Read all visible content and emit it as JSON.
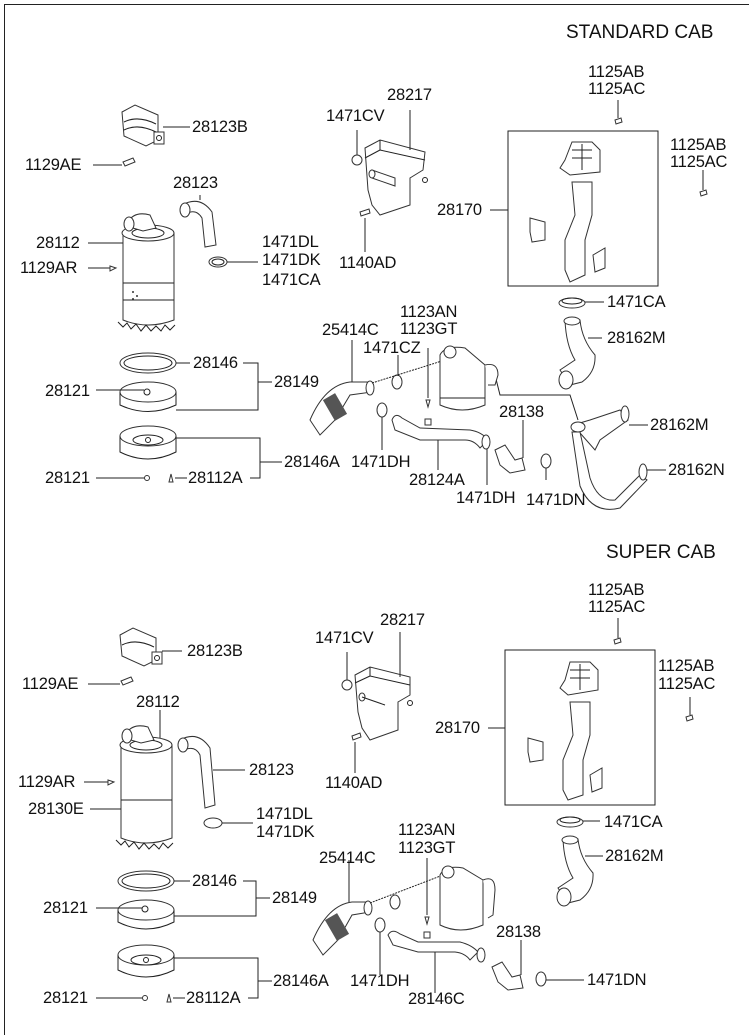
{
  "sections": [
    {
      "title": "STANDARD CAB",
      "labels": {
        "l_28123B": "28123B",
        "l_1129AE": "1129AE",
        "l_28123": "28123",
        "l_28112": "28112",
        "l_1129AR": "1129AR",
        "l_1471DL": "1471DL",
        "l_1471DK": "1471DK",
        "l_1471CA_a": "1471CA",
        "l_1471CV": "1471CV",
        "l_28217": "28217",
        "l_1140AD": "1140AD",
        "l_1125AB_a": "1125AB",
        "l_1125AC_a": "1125AC",
        "l_1125AB_b": "1125AB",
        "l_1125AC_b": "1125AC",
        "l_28170": "28170",
        "l_1471CA_b": "1471CA",
        "l_28162M_a": "28162M",
        "l_28162M_b": "28162M",
        "l_28162N": "28162N",
        "l_25414C": "25414C",
        "l_1123AN": "1123AN",
        "l_1123GT": "1123GT",
        "l_1471CZ": "1471CZ",
        "l_28146": "28146",
        "l_28149": "28149",
        "l_28121_a": "28121",
        "l_28121_b": "28121",
        "l_28112A": "28112A",
        "l_28146A": "28146A",
        "l_1471DH_a": "1471DH",
        "l_28124A": "28124A",
        "l_28138": "28138",
        "l_1471DH_b": "1471DH",
        "l_1471DN": "1471DN"
      }
    },
    {
      "title": "SUPER CAB",
      "labels": {
        "l_28123B": "28123B",
        "l_1129AE": "1129AE",
        "l_28112": "28112",
        "l_28123": "28123",
        "l_1129AR": "1129AR",
        "l_28130E": "28130E",
        "l_1471DL": "1471DL",
        "l_1471DK": "1471DK",
        "l_1471CV": "1471CV",
        "l_28217": "28217",
        "l_1140AD": "1140AD",
        "l_1125AB_a": "1125AB",
        "l_1125AC_a": "1125AC",
        "l_1125AB_b": "1125AB",
        "l_1125AC_b": "1125AC",
        "l_28170": "28170",
        "l_1471CA": "1471CA",
        "l_28162M": "28162M",
        "l_25414C": "25414C",
        "l_1123AN": "1123AN",
        "l_1123GT": "1123GT",
        "l_28146": "28146",
        "l_28149": "28149",
        "l_28121_a": "28121",
        "l_28121_b": "28121",
        "l_28112A": "28112A",
        "l_28146A": "28146A",
        "l_1471DH": "1471DH",
        "l_28146C": "28146C",
        "l_28138": "28138",
        "l_1471DN": "1471DN"
      }
    }
  ]
}
